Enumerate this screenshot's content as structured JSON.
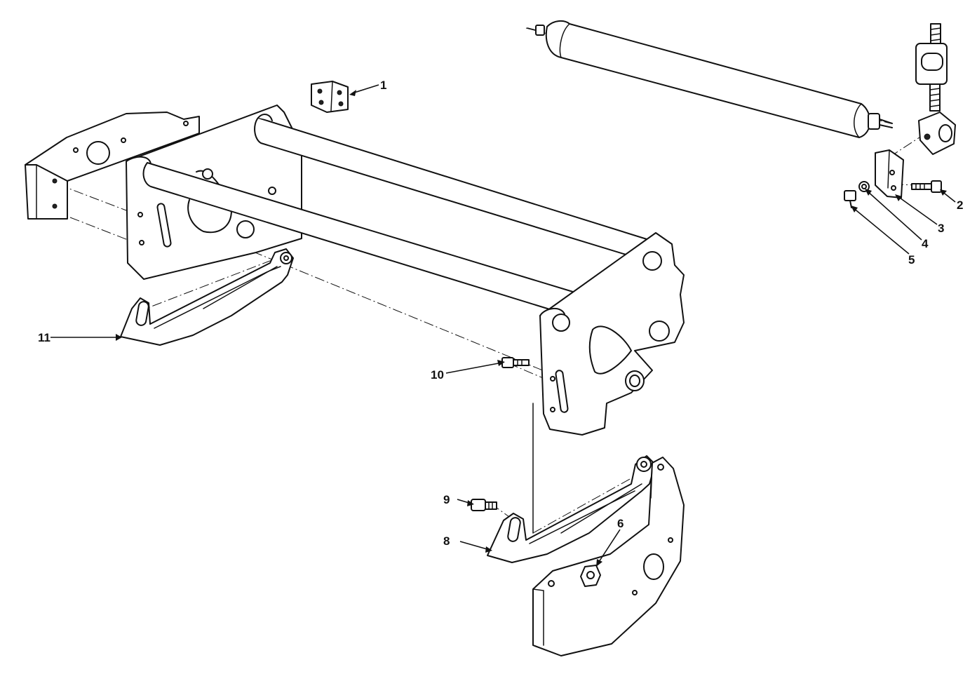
{
  "callouts": [
    {
      "number": "1",
      "part": "bracket"
    },
    {
      "number": "2",
      "part": "screw"
    },
    {
      "number": "3",
      "part": "bracket"
    },
    {
      "number": "4",
      "part": "washer"
    },
    {
      "number": "5",
      "part": "screw"
    },
    {
      "number": "6",
      "part": "nut"
    },
    {
      "number": "8",
      "part": "side-bracket"
    },
    {
      "number": "9",
      "part": "shoulder-screw"
    },
    {
      "number": "10",
      "part": "screw"
    },
    {
      "number": "11",
      "part": "side-bracket"
    }
  ]
}
